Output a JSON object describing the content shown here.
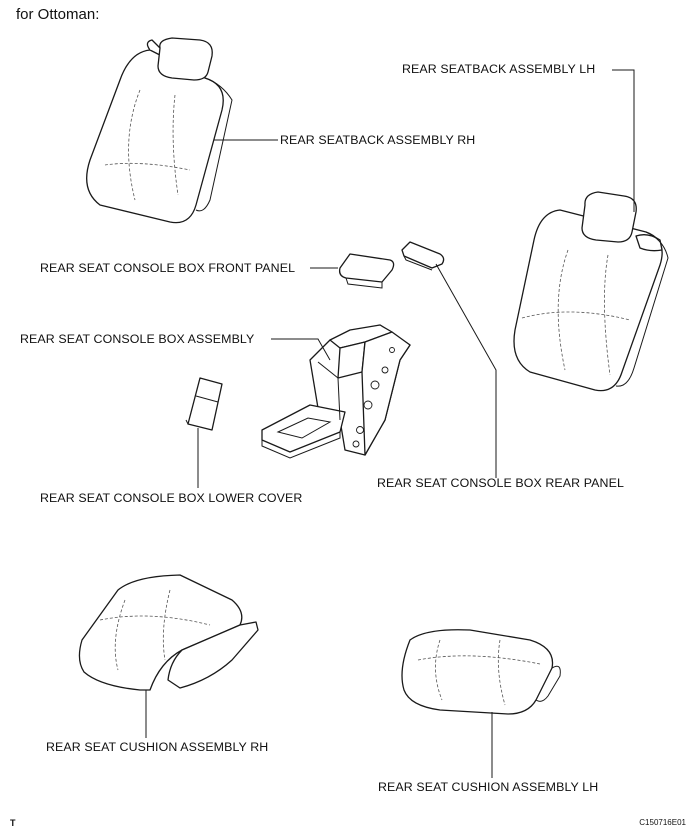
{
  "header": {
    "title": "for Ottoman:"
  },
  "labels": {
    "seatback_lh": "REAR SEATBACK ASSEMBLY LH",
    "seatback_rh": "REAR SEATBACK ASSEMBLY RH",
    "console_front_panel": "REAR SEAT CONSOLE BOX FRONT PANEL",
    "console_assembly": "REAR SEAT CONSOLE BOX ASSEMBLY",
    "console_lower_cover": "REAR SEAT CONSOLE BOX LOWER COVER",
    "console_rear_panel": "REAR SEAT CONSOLE BOX REAR PANEL",
    "cushion_rh": "REAR SEAT CUSHION ASSEMBLY RH",
    "cushion_lh": "REAR SEAT CUSHION ASSEMBLY LH"
  },
  "footer": {
    "left_mark": "T",
    "figure_id": "C150716E01"
  }
}
